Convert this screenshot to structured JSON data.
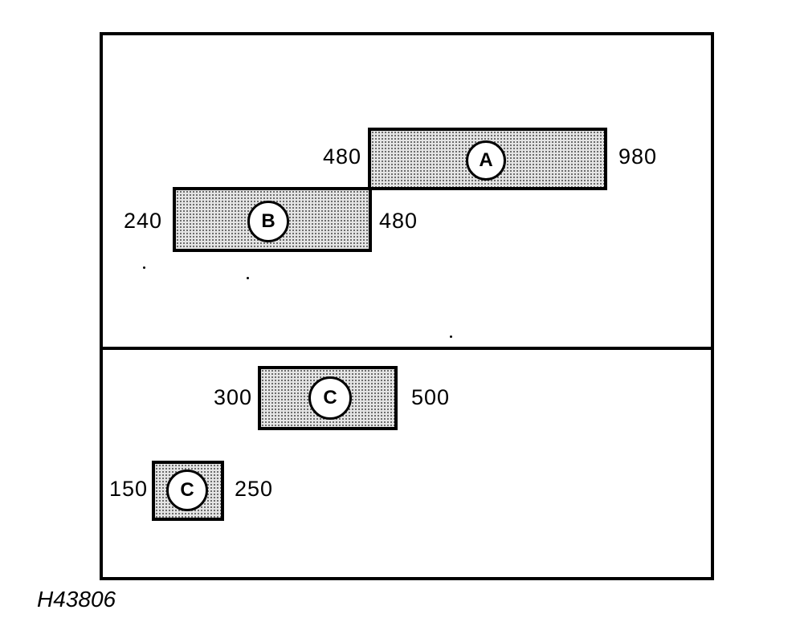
{
  "figure_id": "H43806",
  "top_panel": {
    "bars": [
      {
        "label": "A",
        "start": "480",
        "end": "980"
      },
      {
        "label": "B",
        "start": "240",
        "end": "480"
      }
    ]
  },
  "bottom_panel": {
    "bars": [
      {
        "label": "C",
        "start": "300",
        "end": "500"
      },
      {
        "label": "C",
        "start": "150",
        "end": "250"
      }
    ]
  }
}
